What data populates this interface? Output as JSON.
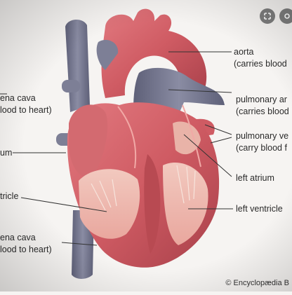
{
  "labels": {
    "aorta": "aorta",
    "aorta_note": "(carries blood",
    "pulmonary_artery": "pulmonary ar",
    "pulmonary_artery_note": "(carries blood",
    "pulmonary_veins": "pulmonary ve",
    "pulmonary_veins_note": "(carry blood f",
    "left_atrium": "left atrium",
    "left_ventricle": "left ventricle",
    "superior_vena_cava": "ena cava",
    "superior_vena_cava_note": "lood to heart)",
    "right_atrium": "um",
    "right_ventricle": "tricle",
    "inferior_vena_cava": "ena cava",
    "inferior_vena_cava_note": "lood to heart)"
  },
  "credit": "© Encyclopædia B",
  "controls": [
    "expand-icon",
    "share-icon"
  ],
  "colors": {
    "muscle": "#cf5b63",
    "muscle_dark": "#a8404a",
    "vein": "#7d7f96",
    "vein_dark": "#5e6078",
    "artery": "#d95e6a",
    "background": "#f6f4f2"
  }
}
